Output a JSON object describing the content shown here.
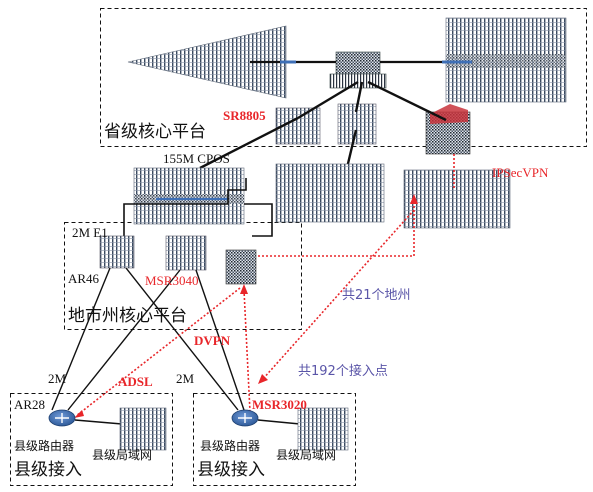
{
  "regions": {
    "province": "省级核心平台",
    "city": "地市州核心平台",
    "county_left": "县级接入",
    "county_right": "县级接入"
  },
  "labels": {
    "sr8805": "SR8805",
    "cpos": "155M CPOS",
    "ipsecvpn": "IPSecVPN",
    "e1": "2M E1",
    "ar46": "AR46",
    "msr3040": "MSR3040",
    "dvpn": "DVPN",
    "adsl": "ADSL",
    "two_m_left": "2M",
    "two_m_right": "2M",
    "ar28": "AR28",
    "msr3020": "MSR3020",
    "county_router_left": "县级路由器",
    "county_router_right": "县级路由器",
    "county_lan_left": "县级局域网",
    "county_lan_right": "县级局域网",
    "cities_count": "共21个地州",
    "access_points_count": "共192个接入点"
  },
  "colors": {
    "red": "#e8262a",
    "purple": "#5a55a8",
    "router_blue": "#3e6fb6",
    "line": "#111111"
  }
}
